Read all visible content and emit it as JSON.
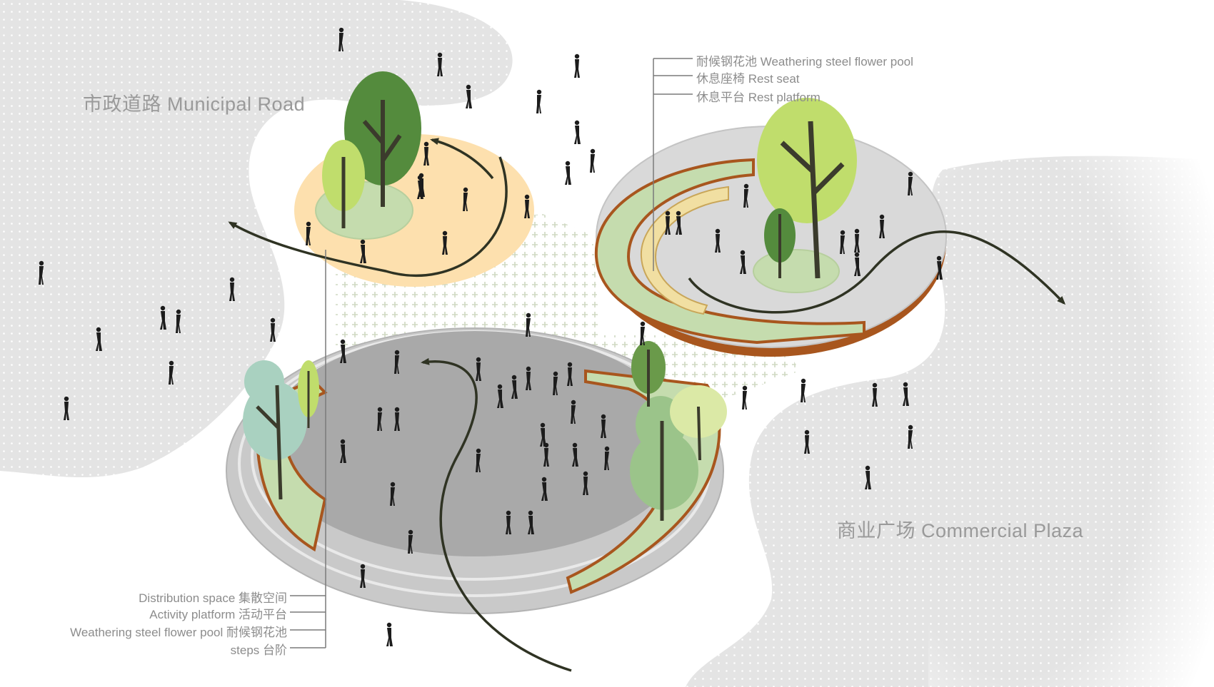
{
  "labels": {
    "municipal_road": "市政道路  Municipal Road",
    "commercial_plaza": "商业广场  Commercial Plaza"
  },
  "legend_upper": [
    "耐候钢花池  Weathering steel flower pool",
    "休息座椅  Rest seat",
    "休息平台  Rest platform"
  ],
  "legend_lower": [
    "Distribution space  集散空间",
    "Activity platform  活动平台",
    "Weathering steel flower pool  耐候钢花池",
    "steps  台阶"
  ],
  "colors": {
    "zone_fill": "#e6e6e6",
    "zone_dots": "#ffffff",
    "activity_platform": "#a9a9a9",
    "steps": "#c9c9c9",
    "rest_platform": "#d9d9d9",
    "corten_steel": "#a8561e",
    "planter_green": "#c5dcae",
    "orange_plaza": "#fde0ae",
    "tree_dark": "#548b3d",
    "tree_light": "#c0dd6c",
    "tree_mint": "#a9d1c0",
    "flow_arrow": "#2f3323",
    "figure": "#1c1c1c",
    "leader_line": "#7a7a7a"
  }
}
